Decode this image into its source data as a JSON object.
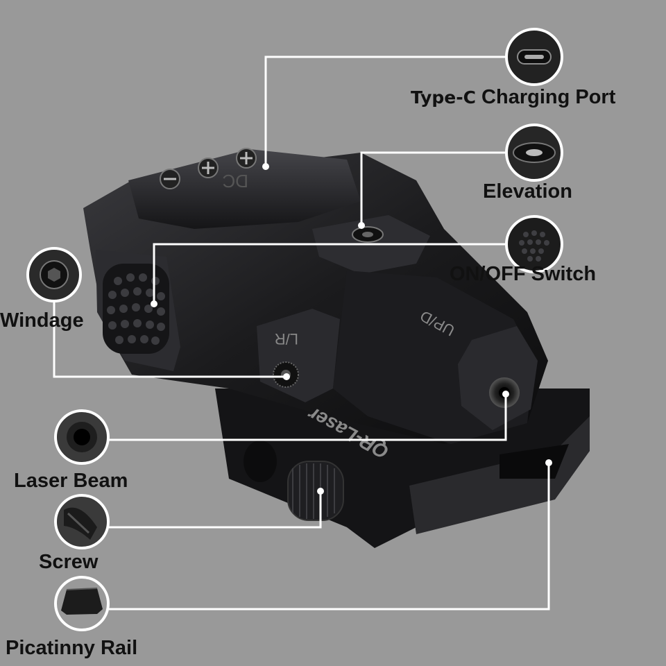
{
  "diagram": {
    "colors": {
      "background": "#999999",
      "leader_line": "#ffffff",
      "device_body": "#1b1b1d",
      "device_highlight": "#3a3a3e",
      "label_text": "#111111"
    },
    "device": {
      "brand_text": "QR-Laser",
      "lr_marking": "L/R",
      "ud_marking": "UP/D",
      "battery_cover_marking": "DC"
    },
    "callouts": [
      {
        "id": "type-c",
        "label_prefix": "Type-C",
        "label": "Charging Port",
        "icon": "usb-c-port-icon"
      },
      {
        "id": "elevation",
        "label_prefix": "",
        "label": "Elevation",
        "icon": "elevation-screw-icon"
      },
      {
        "id": "switch",
        "label_prefix": "",
        "label": "ON/OFF Switch",
        "icon": "push-button-icon"
      },
      {
        "id": "windage",
        "label_prefix": "",
        "label": "Windage",
        "icon": "hex-screw-icon"
      },
      {
        "id": "laser",
        "label_prefix": "",
        "label": "Laser Beam",
        "icon": "laser-aperture-icon"
      },
      {
        "id": "screw",
        "label_prefix": "",
        "label": "Screw",
        "icon": "thumb-screw-icon"
      },
      {
        "id": "rail",
        "label_prefix": "",
        "label": "Picatinny Rail",
        "icon": "rail-profile-icon"
      }
    ]
  }
}
